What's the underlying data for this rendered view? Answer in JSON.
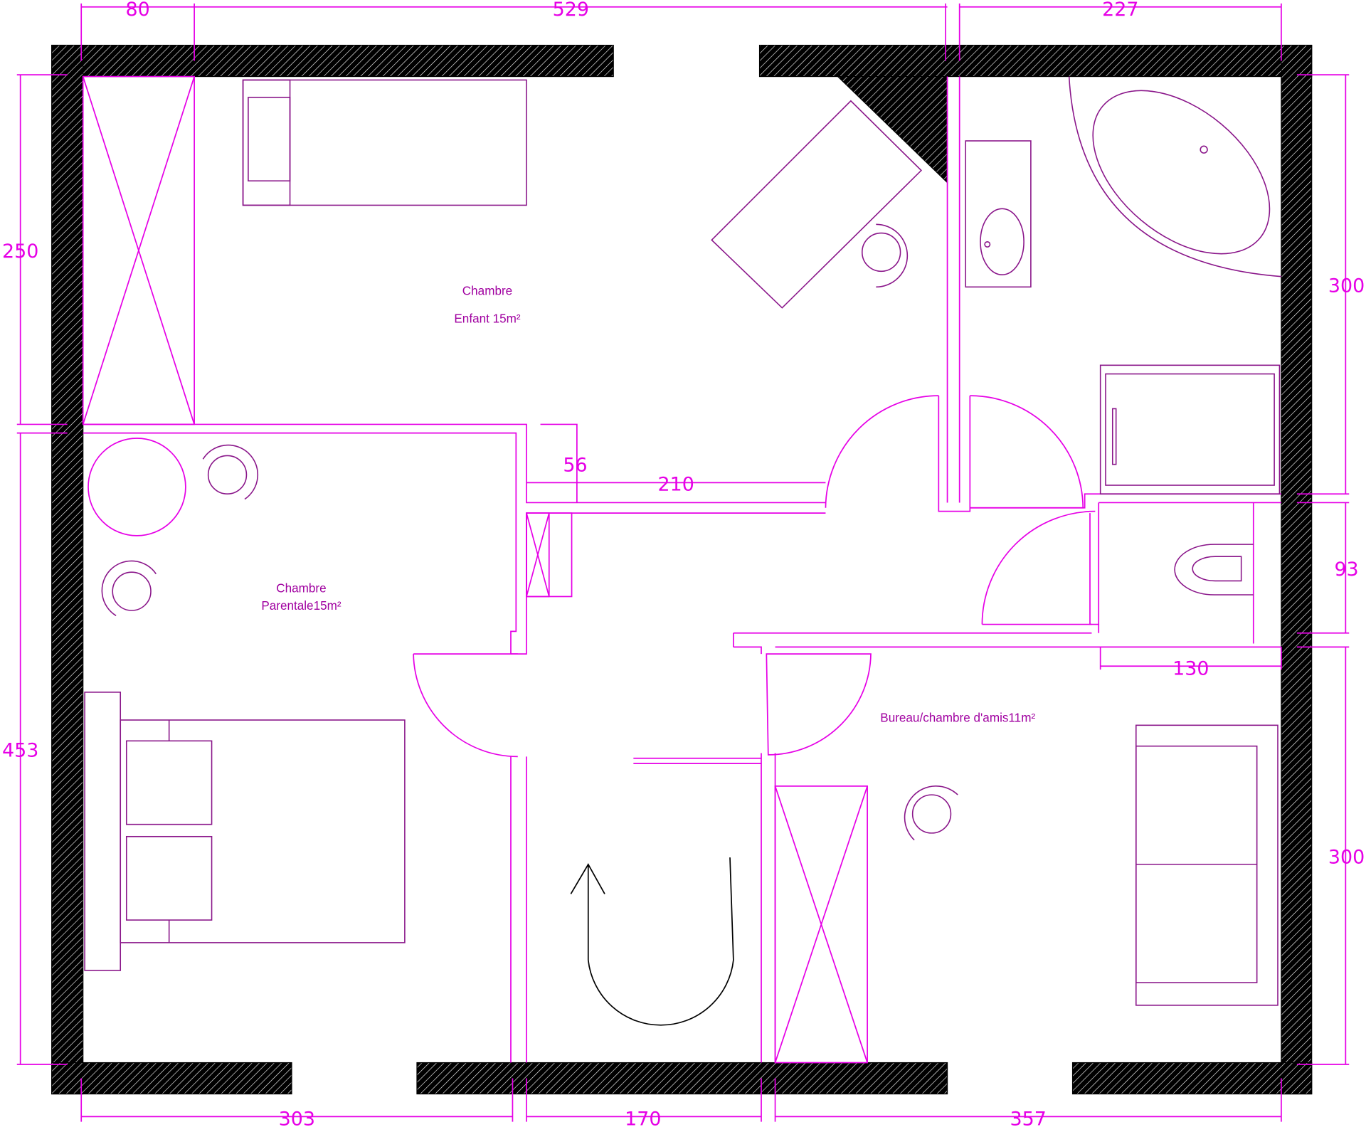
{
  "rooms": {
    "child": {
      "line1": "Chambre",
      "line2": "Enfant 15m²"
    },
    "parent": {
      "line1": "Chambre",
      "line2": "Parentale15m²"
    },
    "office": {
      "line1": "Bureau/chambre d'amis11m²"
    }
  },
  "dimensions": {
    "top_left": "80",
    "top_middle": "529",
    "top_right": "227",
    "left_upper": "250",
    "left_lower": "453",
    "right_upper": "300",
    "right_middle": "93",
    "right_lower": "300",
    "hall_depth": "56",
    "hall_width": "210",
    "wc_width": "130",
    "bottom_left": "303",
    "bottom_middle": "170",
    "bottom_right": "357"
  },
  "colors": {
    "lines": "#e600e6",
    "text": "#a000a0",
    "walls": "#000000"
  }
}
